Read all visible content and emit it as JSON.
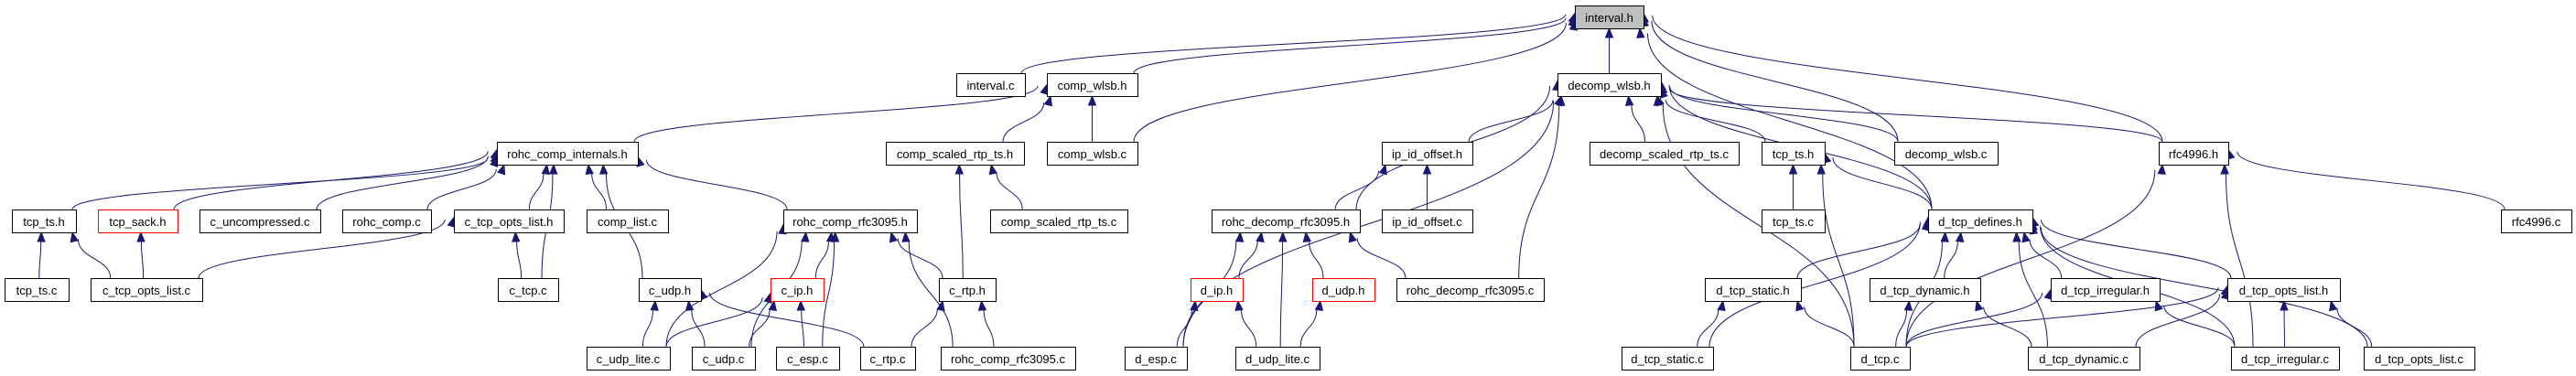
{
  "graph": {
    "title_node": "interval.h",
    "colors": {
      "edge": "#191970",
      "root_fill": "#bfbfbf",
      "node_fill": "#ffffff",
      "node_border": "#000000",
      "missing_border": "#ff0000"
    },
    "nodes": [
      {
        "id": "interval_h",
        "label": "interval.h",
        "kind": "root"
      },
      {
        "id": "interval_c",
        "label": "interval.c"
      },
      {
        "id": "comp_wlsb_h",
        "label": "comp_wlsb.h"
      },
      {
        "id": "decomp_wlsb_h",
        "label": "decomp_wlsb.h"
      },
      {
        "id": "rohc_comp_internals_h",
        "label": "rohc_comp_internals.h"
      },
      {
        "id": "comp_scaled_rtp_ts_h",
        "label": "comp_scaled_rtp_ts.h"
      },
      {
        "id": "comp_wlsb_c",
        "label": "comp_wlsb.c"
      },
      {
        "id": "ip_id_offset_h",
        "label": "ip_id_offset.h"
      },
      {
        "id": "decomp_scaled_rtp_ts_c",
        "label": "decomp_scaled_rtp_ts.c"
      },
      {
        "id": "tcp_ts_h_d",
        "label": "tcp_ts.h"
      },
      {
        "id": "decomp_wlsb_c",
        "label": "decomp_wlsb.c"
      },
      {
        "id": "rfc4996_h",
        "label": "rfc4996.h"
      },
      {
        "id": "tcp_ts_h",
        "label": "tcp_ts.h"
      },
      {
        "id": "tcp_sack_h",
        "label": "tcp_sack.h",
        "kind": "missing"
      },
      {
        "id": "c_uncompressed_c",
        "label": "c_uncompressed.c"
      },
      {
        "id": "rohc_comp_c",
        "label": "rohc_comp.c"
      },
      {
        "id": "c_tcp_opts_list_h",
        "label": "c_tcp_opts_list.h"
      },
      {
        "id": "comp_list_c",
        "label": "comp_list.c"
      },
      {
        "id": "rohc_comp_rfc3095_h",
        "label": "rohc_comp_rfc3095.h"
      },
      {
        "id": "comp_scaled_rtp_ts_c",
        "label": "comp_scaled_rtp_ts.c"
      },
      {
        "id": "rohc_decomp_rfc3095_h",
        "label": "rohc_decomp_rfc3095.h"
      },
      {
        "id": "ip_id_offset_c",
        "label": "ip_id_offset.c"
      },
      {
        "id": "tcp_ts_c_d",
        "label": "tcp_ts.c"
      },
      {
        "id": "d_tcp_defines_h",
        "label": "d_tcp_defines.h"
      },
      {
        "id": "rfc4996_c",
        "label": "rfc4996.c"
      },
      {
        "id": "tcp_ts_c",
        "label": "tcp_ts.c"
      },
      {
        "id": "c_tcp_opts_list_c",
        "label": "c_tcp_opts_list.c"
      },
      {
        "id": "c_tcp_c",
        "label": "c_tcp.c"
      },
      {
        "id": "c_udp_h",
        "label": "c_udp.h"
      },
      {
        "id": "c_ip_h",
        "label": "c_ip.h",
        "kind": "missing"
      },
      {
        "id": "c_rtp_h",
        "label": "c_rtp.h"
      },
      {
        "id": "d_ip_h",
        "label": "d_ip.h",
        "kind": "missing"
      },
      {
        "id": "d_udp_h",
        "label": "d_udp.h",
        "kind": "missing"
      },
      {
        "id": "rohc_decomp_rfc3095_c",
        "label": "rohc_decomp_rfc3095.c"
      },
      {
        "id": "d_tcp_static_h",
        "label": "d_tcp_static.h"
      },
      {
        "id": "d_tcp_dynamic_h",
        "label": "d_tcp_dynamic.h"
      },
      {
        "id": "d_tcp_irregular_h",
        "label": "d_tcp_irregular.h"
      },
      {
        "id": "d_tcp_opts_list_h",
        "label": "d_tcp_opts_list.h"
      },
      {
        "id": "c_udp_lite_c",
        "label": "c_udp_lite.c"
      },
      {
        "id": "c_udp_c",
        "label": "c_udp.c"
      },
      {
        "id": "c_esp_c",
        "label": "c_esp.c"
      },
      {
        "id": "c_rtp_c",
        "label": "c_rtp.c"
      },
      {
        "id": "rohc_comp_rfc3095_c",
        "label": "rohc_comp_rfc3095.c"
      },
      {
        "id": "d_esp_c",
        "label": "d_esp.c"
      },
      {
        "id": "d_udp_lite_c",
        "label": "d_udp_lite.c"
      },
      {
        "id": "d_tcp_static_c",
        "label": "d_tcp_static.c"
      },
      {
        "id": "d_tcp_c",
        "label": "d_tcp.c"
      },
      {
        "id": "d_tcp_dynamic_c",
        "label": "d_tcp_dynamic.c"
      },
      {
        "id": "d_tcp_irregular_c",
        "label": "d_tcp_irregular.c"
      },
      {
        "id": "d_tcp_opts_list_c",
        "label": "d_tcp_opts_list.c"
      }
    ],
    "edges": [
      [
        "interval_c",
        "interval_h"
      ],
      [
        "comp_wlsb_h",
        "interval_h"
      ],
      [
        "comp_wlsb_c",
        "interval_h"
      ],
      [
        "decomp_wlsb_h",
        "interval_h"
      ],
      [
        "decomp_wlsb_c",
        "interval_h"
      ],
      [
        "d_tcp_defines_h",
        "interval_h"
      ],
      [
        "rfc4996_h",
        "interval_h"
      ],
      [
        "rohc_comp_internals_h",
        "comp_wlsb_h"
      ],
      [
        "comp_scaled_rtp_ts_h",
        "comp_wlsb_h"
      ],
      [
        "comp_wlsb_c",
        "comp_wlsb_h"
      ],
      [
        "ip_id_offset_h",
        "decomp_wlsb_h"
      ],
      [
        "decomp_scaled_rtp_ts_c",
        "decomp_wlsb_h"
      ],
      [
        "tcp_ts_h_d",
        "decomp_wlsb_h"
      ],
      [
        "decomp_wlsb_c",
        "decomp_wlsb_h"
      ],
      [
        "rfc4996_h",
        "decomp_wlsb_h"
      ],
      [
        "rohc_decomp_rfc3095_h",
        "decomp_wlsb_h"
      ],
      [
        "d_esp_c",
        "decomp_wlsb_h"
      ],
      [
        "rohc_decomp_rfc3095_c",
        "decomp_wlsb_h"
      ],
      [
        "d_tcp_defines_h",
        "decomp_wlsb_h"
      ],
      [
        "d_tcp_c",
        "decomp_wlsb_h"
      ],
      [
        "tcp_ts_h",
        "rohc_comp_internals_h"
      ],
      [
        "tcp_sack_h",
        "rohc_comp_internals_h"
      ],
      [
        "c_uncompressed_c",
        "rohc_comp_internals_h"
      ],
      [
        "rohc_comp_c",
        "rohc_comp_internals_h"
      ],
      [
        "c_tcp_opts_list_h",
        "rohc_comp_internals_h"
      ],
      [
        "comp_list_c",
        "rohc_comp_internals_h"
      ],
      [
        "rohc_comp_rfc3095_h",
        "rohc_comp_internals_h"
      ],
      [
        "c_tcp_c",
        "rohc_comp_internals_h"
      ],
      [
        "c_udp_h",
        "rohc_comp_internals_h"
      ],
      [
        "comp_scaled_rtp_ts_c",
        "comp_scaled_rtp_ts_h"
      ],
      [
        "c_rtp_h",
        "comp_scaled_rtp_ts_h"
      ],
      [
        "rohc_decomp_rfc3095_h",
        "ip_id_offset_h"
      ],
      [
        "ip_id_offset_c",
        "ip_id_offset_h"
      ],
      [
        "tcp_ts_c_d",
        "tcp_ts_h_d"
      ],
      [
        "d_tcp_defines_h",
        "tcp_ts_h_d"
      ],
      [
        "d_tcp_c",
        "tcp_ts_h_d"
      ],
      [
        "rfc4996_c",
        "rfc4996_h"
      ],
      [
        "d_tcp_c",
        "rfc4996_h"
      ],
      [
        "d_tcp_irregular_c",
        "rfc4996_h"
      ],
      [
        "tcp_ts_c",
        "tcp_ts_h"
      ],
      [
        "c_tcp_opts_list_c",
        "tcp_ts_h"
      ],
      [
        "c_tcp_opts_list_c",
        "tcp_sack_h"
      ],
      [
        "c_tcp_opts_list_c",
        "c_tcp_opts_list_h"
      ],
      [
        "c_tcp_c",
        "c_tcp_opts_list_h"
      ],
      [
        "c_udp_lite_c",
        "rohc_comp_rfc3095_h"
      ],
      [
        "c_udp_c",
        "rohc_comp_rfc3095_h"
      ],
      [
        "c_ip_h",
        "rohc_comp_rfc3095_h"
      ],
      [
        "c_esp_c",
        "rohc_comp_rfc3095_h"
      ],
      [
        "rohc_comp_rfc3095_c",
        "rohc_comp_rfc3095_h"
      ],
      [
        "c_rtp_h",
        "rohc_comp_rfc3095_h"
      ],
      [
        "c_udp_lite_c",
        "c_udp_h"
      ],
      [
        "c_udp_c",
        "c_udp_h"
      ],
      [
        "c_rtp_c",
        "c_udp_h"
      ],
      [
        "c_udp_lite_c",
        "c_ip_h"
      ],
      [
        "c_udp_c",
        "c_ip_h"
      ],
      [
        "c_esp_c",
        "c_ip_h"
      ],
      [
        "c_rtp_c",
        "c_rtp_h"
      ],
      [
        "rohc_comp_rfc3095_c",
        "c_rtp_h"
      ],
      [
        "d_esp_c",
        "rohc_decomp_rfc3095_h"
      ],
      [
        "d_ip_h",
        "rohc_decomp_rfc3095_h"
      ],
      [
        "d_udp_lite_c",
        "rohc_decomp_rfc3095_h"
      ],
      [
        "d_udp_h",
        "rohc_decomp_rfc3095_h"
      ],
      [
        "rohc_decomp_rfc3095_c",
        "rohc_decomp_rfc3095_h"
      ],
      [
        "d_esp_c",
        "d_ip_h"
      ],
      [
        "d_udp_lite_c",
        "d_ip_h"
      ],
      [
        "d_udp_lite_c",
        "d_udp_h"
      ],
      [
        "d_tcp_static_c",
        "d_tcp_defines_h"
      ],
      [
        "d_tcp_static_h",
        "d_tcp_defines_h"
      ],
      [
        "d_tcp_c",
        "d_tcp_defines_h"
      ],
      [
        "d_tcp_dynamic_h",
        "d_tcp_defines_h"
      ],
      [
        "d_tcp_dynamic_c",
        "d_tcp_defines_h"
      ],
      [
        "d_tcp_irregular_h",
        "d_tcp_defines_h"
      ],
      [
        "d_tcp_opts_list_h",
        "d_tcp_defines_h"
      ],
      [
        "d_tcp_irregular_c",
        "d_tcp_defines_h"
      ],
      [
        "d_tcp_opts_list_c",
        "d_tcp_defines_h"
      ],
      [
        "d_tcp_static_c",
        "d_tcp_static_h"
      ],
      [
        "d_tcp_c",
        "d_tcp_static_h"
      ],
      [
        "d_tcp_c",
        "d_tcp_dynamic_h"
      ],
      [
        "d_tcp_dynamic_c",
        "d_tcp_dynamic_h"
      ],
      [
        "d_tcp_c",
        "d_tcp_irregular_h"
      ],
      [
        "d_tcp_irregular_c",
        "d_tcp_irregular_h"
      ],
      [
        "d_tcp_c",
        "d_tcp_opts_list_h"
      ],
      [
        "d_tcp_dynamic_c",
        "d_tcp_opts_list_h"
      ],
      [
        "d_tcp_irregular_c",
        "d_tcp_opts_list_h"
      ],
      [
        "d_tcp_opts_list_c",
        "d_tcp_opts_list_h"
      ]
    ]
  }
}
